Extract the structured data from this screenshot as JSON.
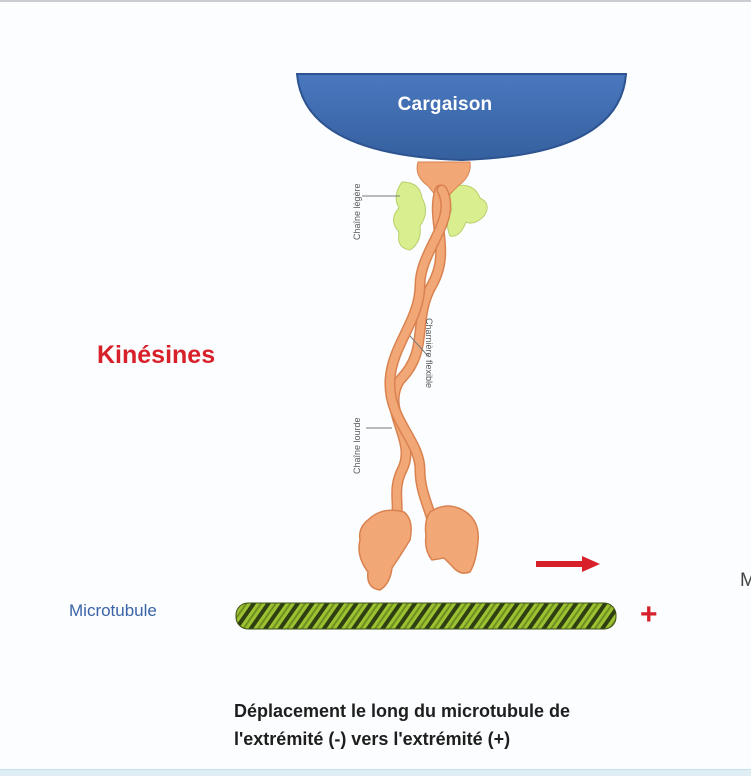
{
  "diagram": {
    "cargo_label": "Cargaison",
    "title": "Kinésines",
    "microtubule_label": "Microtubule",
    "plus_sign": "+",
    "light_chain_label": "Chaîne légère",
    "heavy_chain_label": "Chaîne lourde",
    "flexible_chain_label": "Charnière flexible",
    "truncated_letter": "M",
    "caption_line1": "Déplacement le long du microtubule de",
    "caption_line2": "l'extrémité (-) vers l'extrémité (+)"
  },
  "colors": {
    "cargo": "#3f6db3",
    "kinesin": "#f2a777",
    "kinesin_dark": "#d9824f",
    "light_chain": "#d9ef8f",
    "microtubule": "#8fb52a",
    "microtubule_dark": "#2f3f12",
    "arrow": "#d8202a",
    "title": "#d8202a",
    "microtubule_text": "#3a63a8"
  }
}
